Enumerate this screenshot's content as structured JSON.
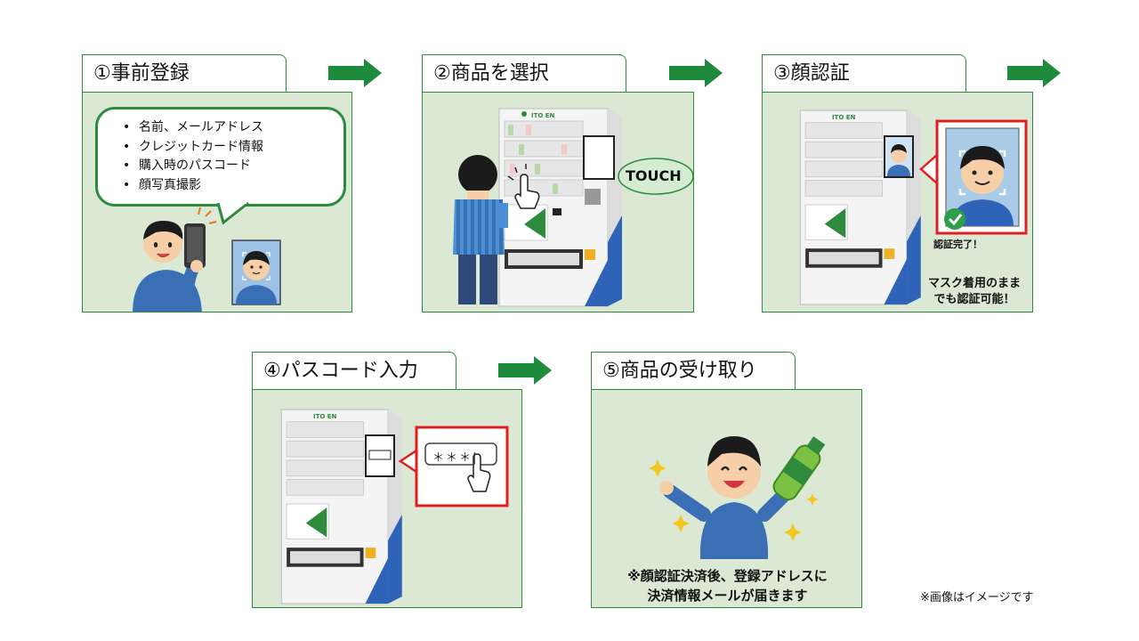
{
  "steps": [
    {
      "id": "1",
      "title": "①事前登録"
    },
    {
      "id": "2",
      "title": "②商品を選択"
    },
    {
      "id": "3",
      "title": "③顔認証"
    },
    {
      "id": "4",
      "title": "④パスコード入力"
    },
    {
      "id": "5",
      "title": "⑤商品の受け取り"
    }
  ],
  "registration_items": [
    "名前、メールアドレス",
    "クレジットカード情報",
    "購入時のパスコード",
    "顔写真撮影"
  ],
  "touch_label": "TOUCH",
  "brand": "ITO EN",
  "face_auth": {
    "done": "認証完了！",
    "mask_line1": "マスク着用のまま",
    "mask_line2": "でも認証可能！"
  },
  "passcode": "＊＊＊|",
  "receipt_line1": "※顔認証決済後、登録アドレスに",
  "receipt_line2": "決済情報メールが届きます",
  "image_note": "※画像はイメージです",
  "colors": {
    "green": "#2e8b3e",
    "panel_bg": "#dbe8d4",
    "highlight": "#e02020",
    "arrow": "#1e8a3c"
  }
}
